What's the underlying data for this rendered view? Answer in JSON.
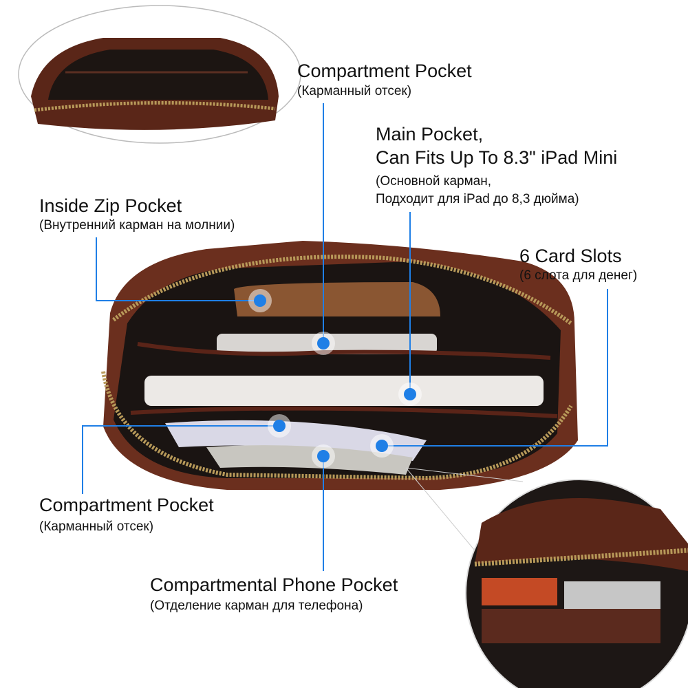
{
  "labels": {
    "compartment_top": {
      "title": "Compartment Pocket",
      "subtitle": "(Карманный отсек)"
    },
    "main_pocket": {
      "title_line1": "Main Pocket,",
      "title_line2": "Can Fits Up To 8.3\" iPad Mini",
      "subtitle_line1": "(Основной карман,",
      "subtitle_line2": "Подходит для iPad до 8,3 дюйма)"
    },
    "inside_zip": {
      "title": "Inside Zip Pocket",
      "subtitle": "(Внутренний карман на молнии)"
    },
    "card_slots": {
      "title": "6 Card Slots",
      "subtitle": "(6 слота для денег)"
    },
    "compartment_bottom": {
      "title": "Compartment Pocket",
      "subtitle": "(Карманный отсек)"
    },
    "phone_pocket": {
      "title": "Compartmental Phone Pocket",
      "subtitle": "(Отделение карман для телефона)"
    }
  },
  "colors": {
    "accent": "#1f7fe6",
    "leather": "#6b2f1e",
    "interior": "#1a1412",
    "zipper": "#b89a5a"
  }
}
